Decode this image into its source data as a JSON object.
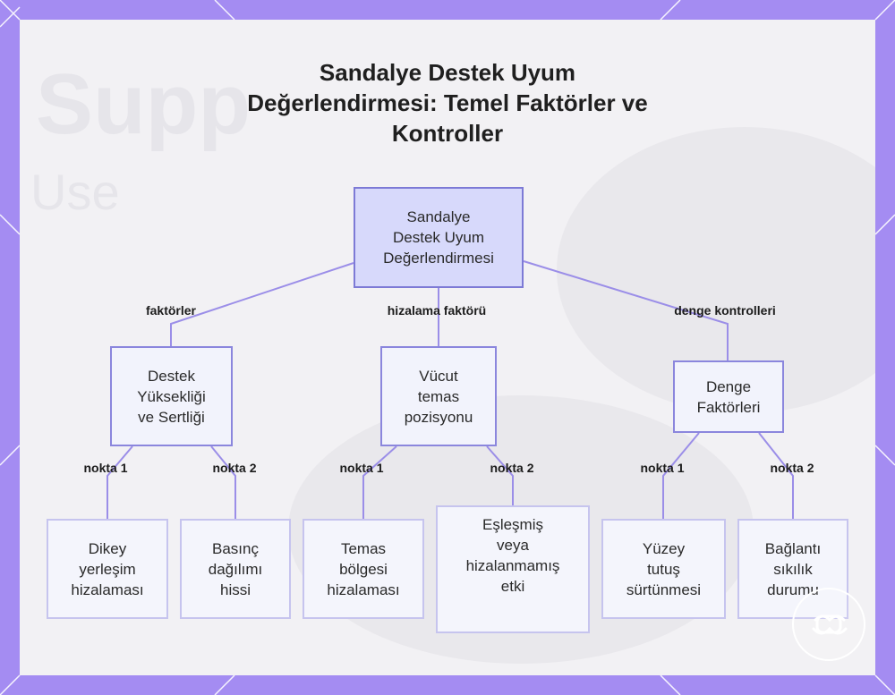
{
  "title_lines": [
    "Sandalye Destek Uyum",
    "Değerlendirmesi: Temel Faktörler ve",
    "Kontroller"
  ],
  "background_text": [
    "Supp",
    "Use"
  ],
  "nodes": {
    "root": [
      "Sandalye",
      "Destek Uyum",
      "Değerlendirmesi"
    ],
    "height": [
      "Destek",
      "Yüksekliği",
      "ve Sertliği"
    ],
    "body": [
      "Vücut",
      "temas",
      "pozisyonu"
    ],
    "balance": [
      "Denge",
      "Faktörleri"
    ],
    "vertical": [
      "Dikey",
      "yerleşim",
      "hizalaması"
    ],
    "pressure": [
      "Basınç",
      "dağılımı",
      "hissi"
    ],
    "contact": [
      "Temas",
      "bölgesi",
      "hizalaması"
    ],
    "matched": [
      "Eşleşmiş",
      "veya",
      "hizalanmamış",
      "etki"
    ],
    "surface": [
      "Yüzey",
      "tutuş",
      "sürtünmesi"
    ],
    "connection": [
      "Bağlantı",
      "sıkılık",
      "durumu"
    ]
  },
  "edge_labels": {
    "factors": "faktörler",
    "alignment": "hizalama faktörü",
    "balance": "denge kontrolleri",
    "h1": "nokta 1",
    "h2": "nokta 2",
    "b1": "nokta 1",
    "b2": "nokta 2",
    "d1": "nokta 1",
    "d2": "nokta 2"
  },
  "colors": {
    "frame": "#a48cf2",
    "edge": "#9b8ee8",
    "root_fill": "#d7d9fb",
    "node_border": "#8b86dd"
  },
  "icons": [
    "logo-icon"
  ]
}
